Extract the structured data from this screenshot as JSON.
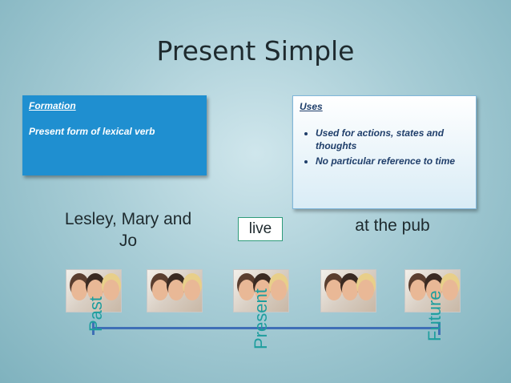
{
  "title": "Present Simple",
  "formation": {
    "heading": "Formation",
    "text": "Present form  of lexical verb"
  },
  "uses": {
    "heading": "Uses",
    "items": [
      "Used for actions, states and thoughts",
      "No particular reference to time"
    ]
  },
  "sentence": {
    "subject": "Lesley, Mary and Jo",
    "verb": "live",
    "place": "at the pub"
  },
  "timeline": {
    "past": "Past",
    "present": "Present",
    "future": "Future"
  },
  "colors": {
    "formation_box": "#1f8fd0",
    "timeline": "#3f6fb6",
    "timeline_labels": "#1e9e9e"
  }
}
